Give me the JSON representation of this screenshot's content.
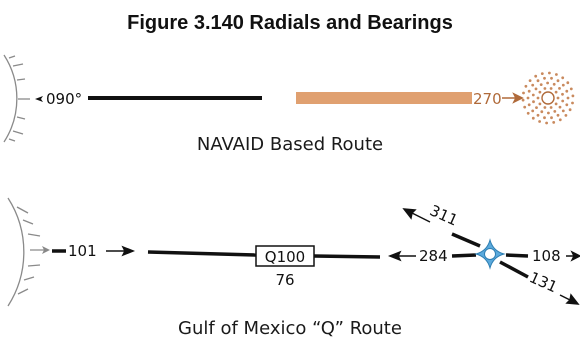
{
  "figure": {
    "title": "Figure 3.140  Radials and Bearings"
  },
  "navaid_route": {
    "caption": "NAVAID Based Route",
    "radial_label": "090°",
    "bearing_label": "270"
  },
  "q_route": {
    "caption": "Gulf of Mexico “Q” Route",
    "course_out_label": "101",
    "route_box_label": "Q100",
    "mea_label": "76",
    "inbound_label": "284",
    "outbound_label": "108",
    "leg_upper_label": "311",
    "leg_lower_label": "131"
  },
  "colors": {
    "route_line": "#111111",
    "bearing_bar": "#e0a070",
    "bearing_text": "#b06a3a",
    "dial": "#8a8a8a",
    "waypoint": "#5aa9dc"
  },
  "icons": {
    "compass_dial": "compass-rose-arc-icon",
    "ndb": "ndb-dot-circle-icon",
    "waypoint": "rnav-waypoint-star-icon"
  }
}
